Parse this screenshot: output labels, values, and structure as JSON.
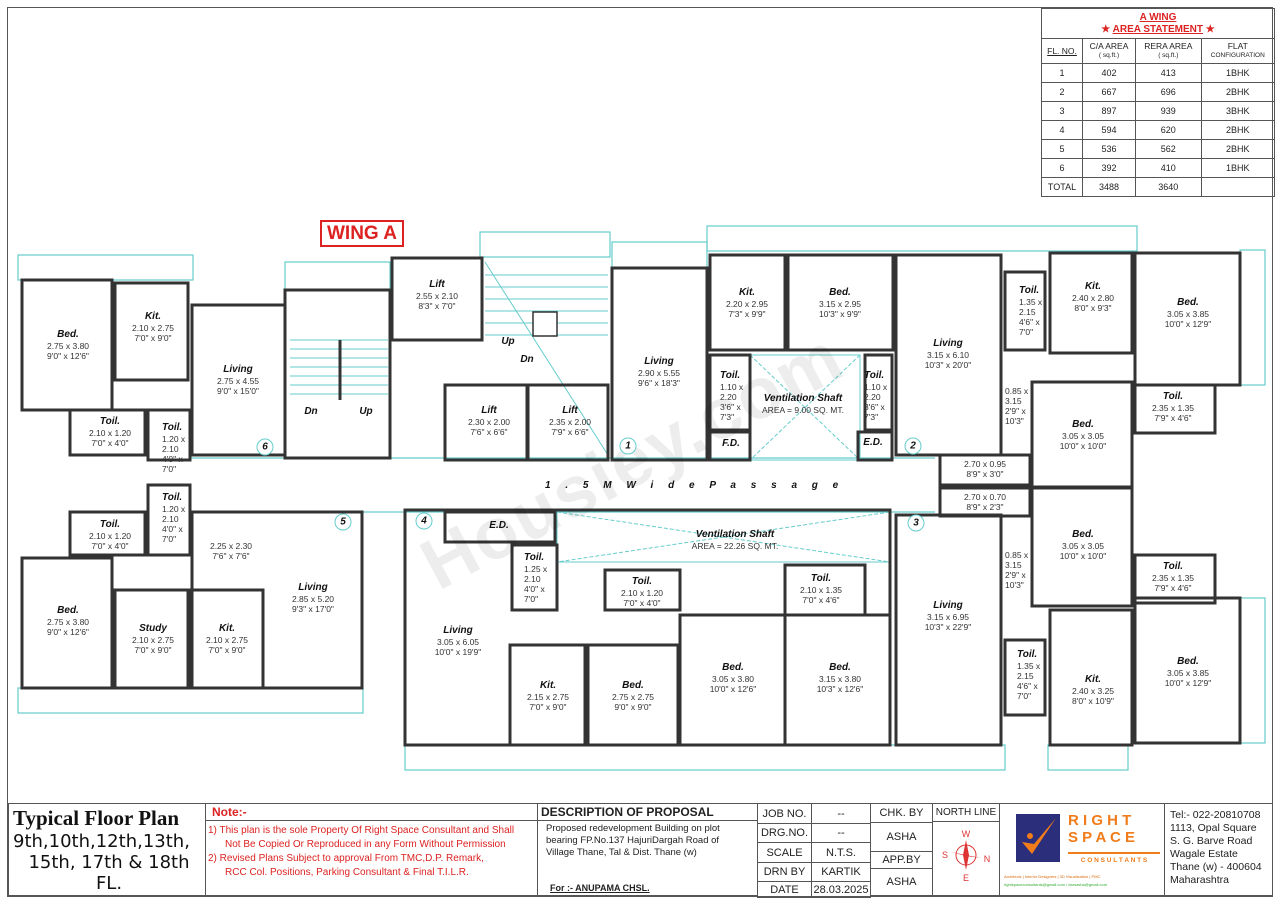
{
  "wing_label": "WING A",
  "watermark": "Housiey.com",
  "passage": "1 . 5 M  W i d e  P a s s a g e",
  "colors": {
    "wall": "#333333",
    "balcony": "#66cccc",
    "accent_red": "#dd2222",
    "logo_orange": "#f07c1a",
    "logo_navy": "#2b2e7a"
  },
  "area_statement": {
    "title": "A WING",
    "subtitle": "AREA STATEMENT",
    "headers": [
      "FL. NO.",
      "C/A AREA",
      "RERA AREA",
      "FLAT"
    ],
    "header_units": [
      "",
      "( sq.ft.)",
      "( sq.ft.)",
      "CONFIGURATION"
    ],
    "rows": [
      [
        "1",
        "402",
        "413",
        "1BHK"
      ],
      [
        "2",
        "667",
        "696",
        "2BHK"
      ],
      [
        "3",
        "897",
        "939",
        "3BHK"
      ],
      [
        "4",
        "594",
        "620",
        "2BHK"
      ],
      [
        "5",
        "536",
        "562",
        "2BHK"
      ],
      [
        "6",
        "392",
        "410",
        "1BHK"
      ]
    ],
    "total": [
      "TOTAL",
      "3488",
      "3640",
      ""
    ]
  },
  "flat_numbers": [
    "6",
    "5",
    "4",
    "1",
    "2",
    "3"
  ],
  "rooms": [
    {
      "name": "Bed.",
      "metric": "2.75 x 3.80",
      "imperial": "9'0\" x 12'6\""
    },
    {
      "name": "Kit.",
      "metric": "2.10 x 2.75",
      "imperial": "7'0\" x 9'0\""
    },
    {
      "name": "Living",
      "metric": "2.75 x 4.55",
      "imperial": "9'0\" x 15'0\""
    },
    {
      "name": "Toil.",
      "metric": "2.10 x 1.20",
      "imperial": "7'0\" x 4'0\""
    },
    {
      "name": "Toil.",
      "metric": "1.20 x 2.10",
      "imperial": "4'0\" x 7'0\""
    },
    {
      "name": "Toil.",
      "metric": "1.20 x 2.10",
      "imperial": "4'0\" x 7'0\""
    },
    {
      "name": "Toil.",
      "metric": "2.10 x 1.20",
      "imperial": "7'0\" x 4'0\""
    },
    {
      "name": "",
      "metric": "2.25 x 2.30",
      "imperial": "7'6\" x 7'6\""
    },
    {
      "name": "Living",
      "metric": "2.85 x 5.20",
      "imperial": "9'3\" x 17'0\""
    },
    {
      "name": "Bed.",
      "metric": "2.75 x 3.80",
      "imperial": "9'0\" x 12'6\""
    },
    {
      "name": "Study",
      "metric": "2.10 x 2.75",
      "imperial": "7'0\" x 9'0\""
    },
    {
      "name": "Kit.",
      "metric": "2.10 x 2.75",
      "imperial": "7'0\" x 9'0\""
    },
    {
      "name": "Lift",
      "metric": "2.55 x 2.10",
      "imperial": "8'3\" x 7'0\""
    },
    {
      "name": "Up",
      "metric": "",
      "imperial": ""
    },
    {
      "name": "Dn",
      "metric": "",
      "imperial": ""
    },
    {
      "name": "Dn",
      "metric": "",
      "imperial": ""
    },
    {
      "name": "Up",
      "metric": "",
      "imperial": ""
    },
    {
      "name": "Lift",
      "metric": "2.30 x 2.00",
      "imperial": "7'6\" x 6'6\""
    },
    {
      "name": "Lift",
      "metric": "2.35 x 2.00",
      "imperial": "7'9\" x 6'6\""
    },
    {
      "name": "Living",
      "metric": "2.90 x 5.55",
      "imperial": "9'6\" x 18'3\""
    },
    {
      "name": "Kit.",
      "metric": "2.20 x 2.95",
      "imperial": "7'3\" x 9'9\""
    },
    {
      "name": "Bed.",
      "metric": "3.15 x 2.95",
      "imperial": "10'3\" x 9'9\""
    },
    {
      "name": "Toil.",
      "metric": "1.10 x 2.20",
      "imperial": "3'6\" x 7'3\""
    },
    {
      "name": "Ventilation Shaft",
      "metric": "AREA = 9.00 SQ. MT.",
      "imperial": ""
    },
    {
      "name": "Toil.",
      "metric": "1.10 x 2.20",
      "imperial": "3'6\" x 7'3\""
    },
    {
      "name": "F.D.",
      "metric": "",
      "imperial": ""
    },
    {
      "name": "E.D.",
      "metric": "",
      "imperial": ""
    },
    {
      "name": "E.D.",
      "metric": "",
      "imperial": ""
    },
    {
      "name": "Toil.",
      "metric": "1.25 x 2.10",
      "imperial": "4'0\" x 7'0\""
    },
    {
      "name": "Ventilation Shaft",
      "metric": "AREA = 22.26 SQ. MT.",
      "imperial": ""
    },
    {
      "name": "Toil.",
      "metric": "2.10 x 1.20",
      "imperial": "7'0\" x 4'0\""
    },
    {
      "name": "Toil.",
      "metric": "2.10 x 1.35",
      "imperial": "7'0\" x 4'6\""
    },
    {
      "name": "Living",
      "metric": "3.05 x 6.05",
      "imperial": "10'0\" x 19'9\""
    },
    {
      "name": "Kit.",
      "metric": "2.15 x 2.75",
      "imperial": "7'0\" x 9'0\""
    },
    {
      "name": "Bed.",
      "metric": "2.75 x 2.75",
      "imperial": "9'0\" x 9'0\""
    },
    {
      "name": "Bed.",
      "metric": "3.05 x 3.80",
      "imperial": "10'0\" x 12'6\""
    },
    {
      "name": "Bed.",
      "metric": "3.15 x 3.80",
      "imperial": "10'3\" x 12'6\""
    },
    {
      "name": "Living",
      "metric": "3.15 x 6.10",
      "imperial": "10'3\" x 20'0\""
    },
    {
      "name": "Toil.",
      "metric": "1.35 x 2.15",
      "imperial": "4'6\" x 7'0\""
    },
    {
      "name": "Kit.",
      "metric": "2.40 x 2.80",
      "imperial": "8'0\" x 9'3\""
    },
    {
      "name": "Bed.",
      "metric": "3.05 x 3.85",
      "imperial": "10'0\" x 12'9\""
    },
    {
      "name": "",
      "metric": "0.85 x 3.15",
      "imperial": "2'9\" x 10'3\""
    },
    {
      "name": "Bed.",
      "metric": "3.05 x 3.05",
      "imperial": "10'0\" x 10'0\""
    },
    {
      "name": "Toil.",
      "metric": "2.35 x 1.35",
      "imperial": "7'9\" x 4'6\""
    },
    {
      "name": "",
      "metric": "2.70 x 0.95",
      "imperial": "8'9\" x 3'0\""
    },
    {
      "name": "",
      "metric": "2.70 x 0.70",
      "imperial": "8'9\" x 2'3\""
    },
    {
      "name": "Bed.",
      "metric": "3.05 x 3.05",
      "imperial": "10'0\" x 10'0\""
    },
    {
      "name": "",
      "metric": "0.85 x 3.15",
      "imperial": "2'9\" x 10'3\""
    },
    {
      "name": "Toil.",
      "metric": "2.35 x 1.35",
      "imperial": "7'9\" x 4'6\""
    },
    {
      "name": "Living",
      "metric": "3.15 x 6.95",
      "imperial": "10'3\" x 22'9\""
    },
    {
      "name": "Toil.",
      "metric": "1.35 x 2.15",
      "imperial": "4'6\" x 7'0\""
    },
    {
      "name": "Kit.",
      "metric": "2.40 x 3.25",
      "imperial": "8'0\" x 10'9\""
    },
    {
      "name": "Bed.",
      "metric": "3.05 x 3.85",
      "imperial": "10'0\" x 12'9\""
    }
  ],
  "title_block": {
    "plan_title": "Typical Floor Plan",
    "floors_line1": "9th,10th,12th,13th,",
    "floors_line2": "15th, 17th & 18th FL.",
    "note_heading": "Note:-",
    "notes": [
      "1)  This plan is the sole Property Of Right Space Consultant and Shall",
      "Not Be Copied Or Reproduced in any Form Without Permission",
      "2)  Revised Plans Subject to  approval From TMC,D.P. Remark,",
      "RCC Col. Positions, Parking Consultant & Final T.I.L.R."
    ],
    "description_heading": "DESCRIPTION OF PROPOSAL",
    "description": "Proposed redevelopment Building on plot bearing FP.No.137 HajuriDargah Road of Village Thane, Tal & Dist. Thane (w)",
    "for_client": "For :- ANUPAMA CHSL.",
    "job_no_label": "JOB NO.",
    "job_no": "--",
    "drg_no_label": "DRG.NO.",
    "drg_no": "--",
    "scale_label": "SCALE",
    "scale": "N.T.S.",
    "drn_by_label": "DRN BY",
    "drn_by": "KARTIK",
    "date_label": "DATE",
    "date": "28.03.2025",
    "chk_by_label": "CHK. BY",
    "chk_by": "ASHA",
    "app_by_label": "APP.BY",
    "app_by": "ASHA",
    "north_line_label": "NORTH LINE",
    "compass": {
      "w": "W",
      "s": "S",
      "n": "N",
      "e": "E"
    },
    "logo": {
      "line1": "R I G H T",
      "line2": "S P A C E",
      "line3": "C O N S U L T A N T S",
      "tagline": "Architects | Interior Designers | 3D Visualization | PMC",
      "emails": "rightspaceconsultants@gmail.com / darsasha@gmail.com"
    },
    "address": [
      "Tel:- 022-20810708",
      "1113, Opal  Square",
      "S.  G.  Barve Road",
      "Wagale Estate",
      "Thane (w) - 400604",
      "Maharashtra"
    ]
  }
}
